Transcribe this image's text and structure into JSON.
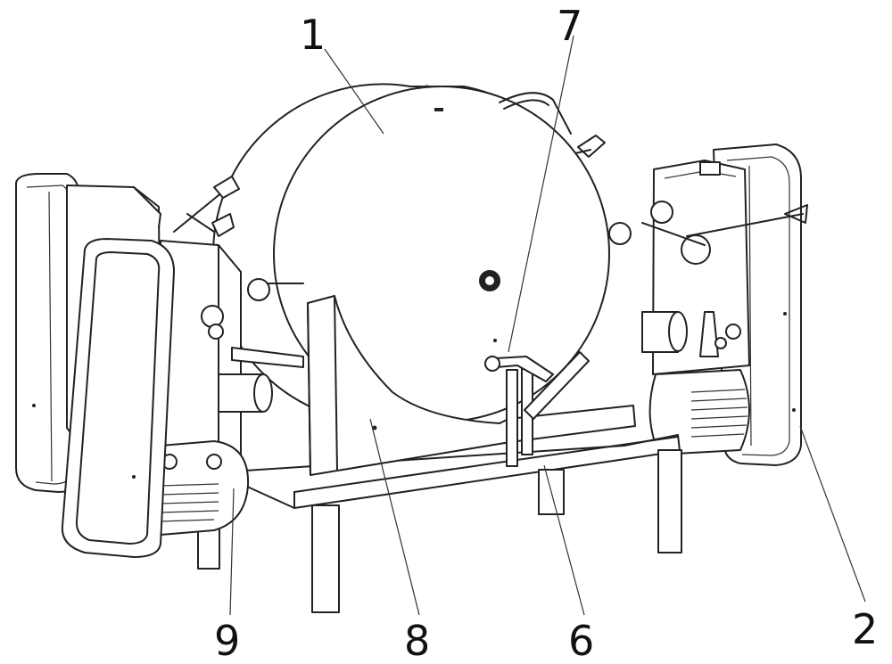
{
  "callouts": [
    {
      "id": "1",
      "text": "1"
    },
    {
      "id": "7",
      "text": "7"
    },
    {
      "id": "9",
      "text": "9"
    },
    {
      "id": "8",
      "text": "8"
    },
    {
      "id": "6",
      "text": "6"
    },
    {
      "id": "2",
      "text": "2"
    }
  ]
}
